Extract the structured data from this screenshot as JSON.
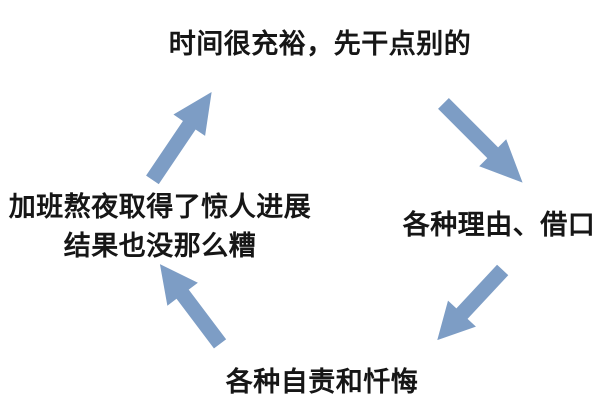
{
  "page": {
    "bg_color": "#ffffff"
  },
  "diagram": {
    "type": "cycle",
    "arrow_color": "#7d9dc5",
    "text_color": "#161616",
    "nodes": {
      "top": {
        "label": "时间很充裕，先干点别的"
      },
      "right": {
        "label": "各种理由、借口"
      },
      "bottom": {
        "label": "各种自责和忏悔"
      },
      "left": {
        "line1": "加班熬夜取得了惊人进展",
        "line2": "结果也没那么糟"
      }
    },
    "arrows": [
      {
        "name": "left-to-top",
        "direction": "up-right"
      },
      {
        "name": "top-to-right",
        "direction": "down-right"
      },
      {
        "name": "right-to-bottom",
        "direction": "down-left"
      },
      {
        "name": "bottom-to-left",
        "direction": "up-left"
      }
    ]
  }
}
